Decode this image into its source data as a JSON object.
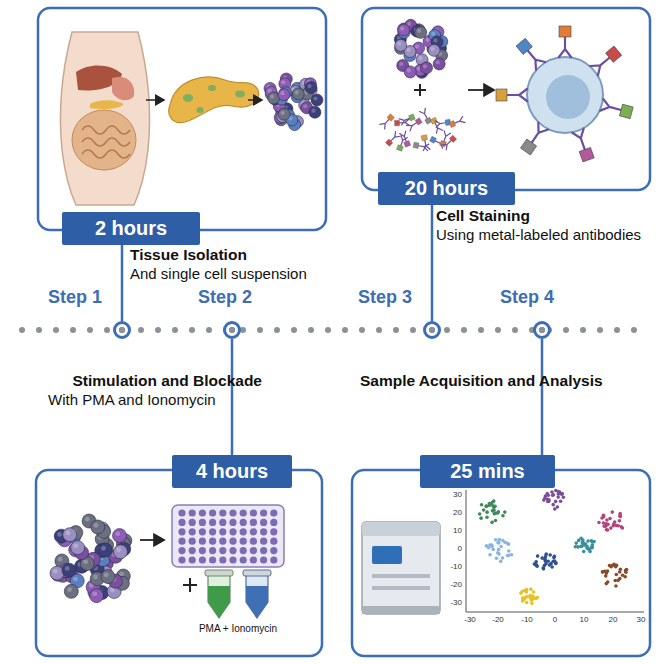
{
  "diagram": {
    "nodes": [
      {
        "text": [
          "2 hours"
        ]
      },
      {
        "text": [
          "20 hours"
        ]
      },
      {
        "text": [
          "Step 1"
        ]
      },
      {
        "text": [
          "Step 2"
        ]
      },
      {
        "text": [
          "Step 3"
        ]
      },
      {
        "text": [
          "Step 4"
        ]
      },
      {
        "text": [
          "4 hours"
        ]
      },
      {
        "text": [
          "25 mins"
        ]
      }
    ],
    "edges": [
      {
        "from": 0,
        "to": 2,
        "arrow": "none"
      },
      {
        "from": 1,
        "to": 4,
        "arrow": "none"
      },
      {
        "from": 3,
        "to": 6,
        "arrow": "none"
      },
      {
        "from": 5,
        "to": 7,
        "arrow": "none"
      }
    ],
    "labels": [
      "Tissue Isolation",
      "And single cell suspension",
      "Cell Staining",
      "Using metal-labeled antibodies",
      "Stimulation and Blockade",
      "With PMA and Ionomycin",
      "Sample Acquisition and Analysis",
      "PMA + Ionomycin",
      "-30",
      "-20",
      "-10",
      "0",
      "10",
      "20",
      "30",
      "30",
      "20",
      "10",
      "0",
      "-10",
      "-20",
      "-30"
    ]
  }
}
